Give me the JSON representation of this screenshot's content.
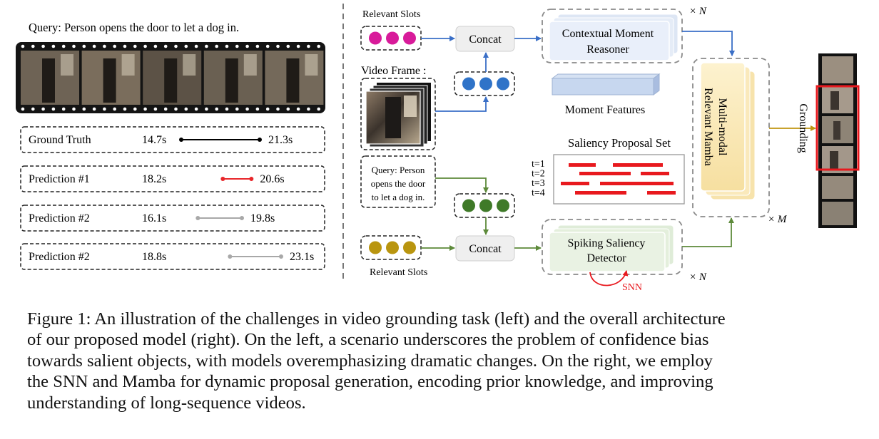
{
  "left": {
    "query_text": "Query: Person opens the door to let a dog in.",
    "rows": [
      {
        "label": "Ground Truth",
        "start_label": "14.7s",
        "end_label": "21.3s",
        "start": 14.7,
        "end": 21.3,
        "color": "#000000"
      },
      {
        "label": "Prediction #1",
        "start_label": "18.2s",
        "end_label": "20.6s",
        "start": 18.2,
        "end": 20.6,
        "color": "#e8262a"
      },
      {
        "label": "Prediction #2",
        "start_label": "16.1s",
        "end_label": "19.8s",
        "start": 16.1,
        "end": 19.8,
        "color": "#a8a8a8"
      },
      {
        "label": "Prediction #2",
        "start_label": "18.8s",
        "end_label": "23.1s",
        "start": 18.8,
        "end": 23.1,
        "color": "#a8a8a8"
      }
    ]
  },
  "right": {
    "relevant_slots_top": "Relevant Slots",
    "relevant_slots_bottom": "Relevant Slots",
    "video_frame_label": "Video Frame :",
    "query_box_lines": [
      "Query: Person",
      "opens the door",
      "to let a dog in."
    ],
    "concat_top": "Concat",
    "concat_bottom": "Concat",
    "cmr_lines": [
      "Contextual Moment",
      "Reasoner"
    ],
    "times_n_top": "× N",
    "times_n_bottom": "× N",
    "times_m": "× M",
    "moment_features": "Moment Features",
    "saliency_title": "Saliency Proposal Set",
    "saliency_t_labels": [
      "t=1",
      "t=2",
      "t=3",
      "t=4"
    ],
    "ssd_lines": [
      "Spiking Saliency",
      "Detector"
    ],
    "snn_label": "SNN",
    "mamba_lines": [
      "Multi-modal",
      "Relevant Mamba"
    ],
    "grounding_label": "Grounding"
  },
  "colors": {
    "magenta": "#d81b9a",
    "blue_dot": "#2f73c8",
    "green_dot": "#3f7a28",
    "gold_dot": "#b9950f",
    "blue_arrow": "#3a6fc7",
    "green_arrow": "#5d8a3a",
    "gold_arrow": "#c0950f",
    "red": "#e8191e"
  },
  "caption_lines": [
    "Figure 1: An illustration of the challenges in video grounding task (left) and the overall architecture",
    "of our proposed model (right). On the left, a scenario underscores the problem of confidence bias",
    "towards salient objects, with models overemphasizing dramatic changes. On the right, we employ",
    "the SNN and Mamba for dynamic proposal generation, encoding prior knowledge, and improving",
    "understanding of long-sequence videos."
  ]
}
